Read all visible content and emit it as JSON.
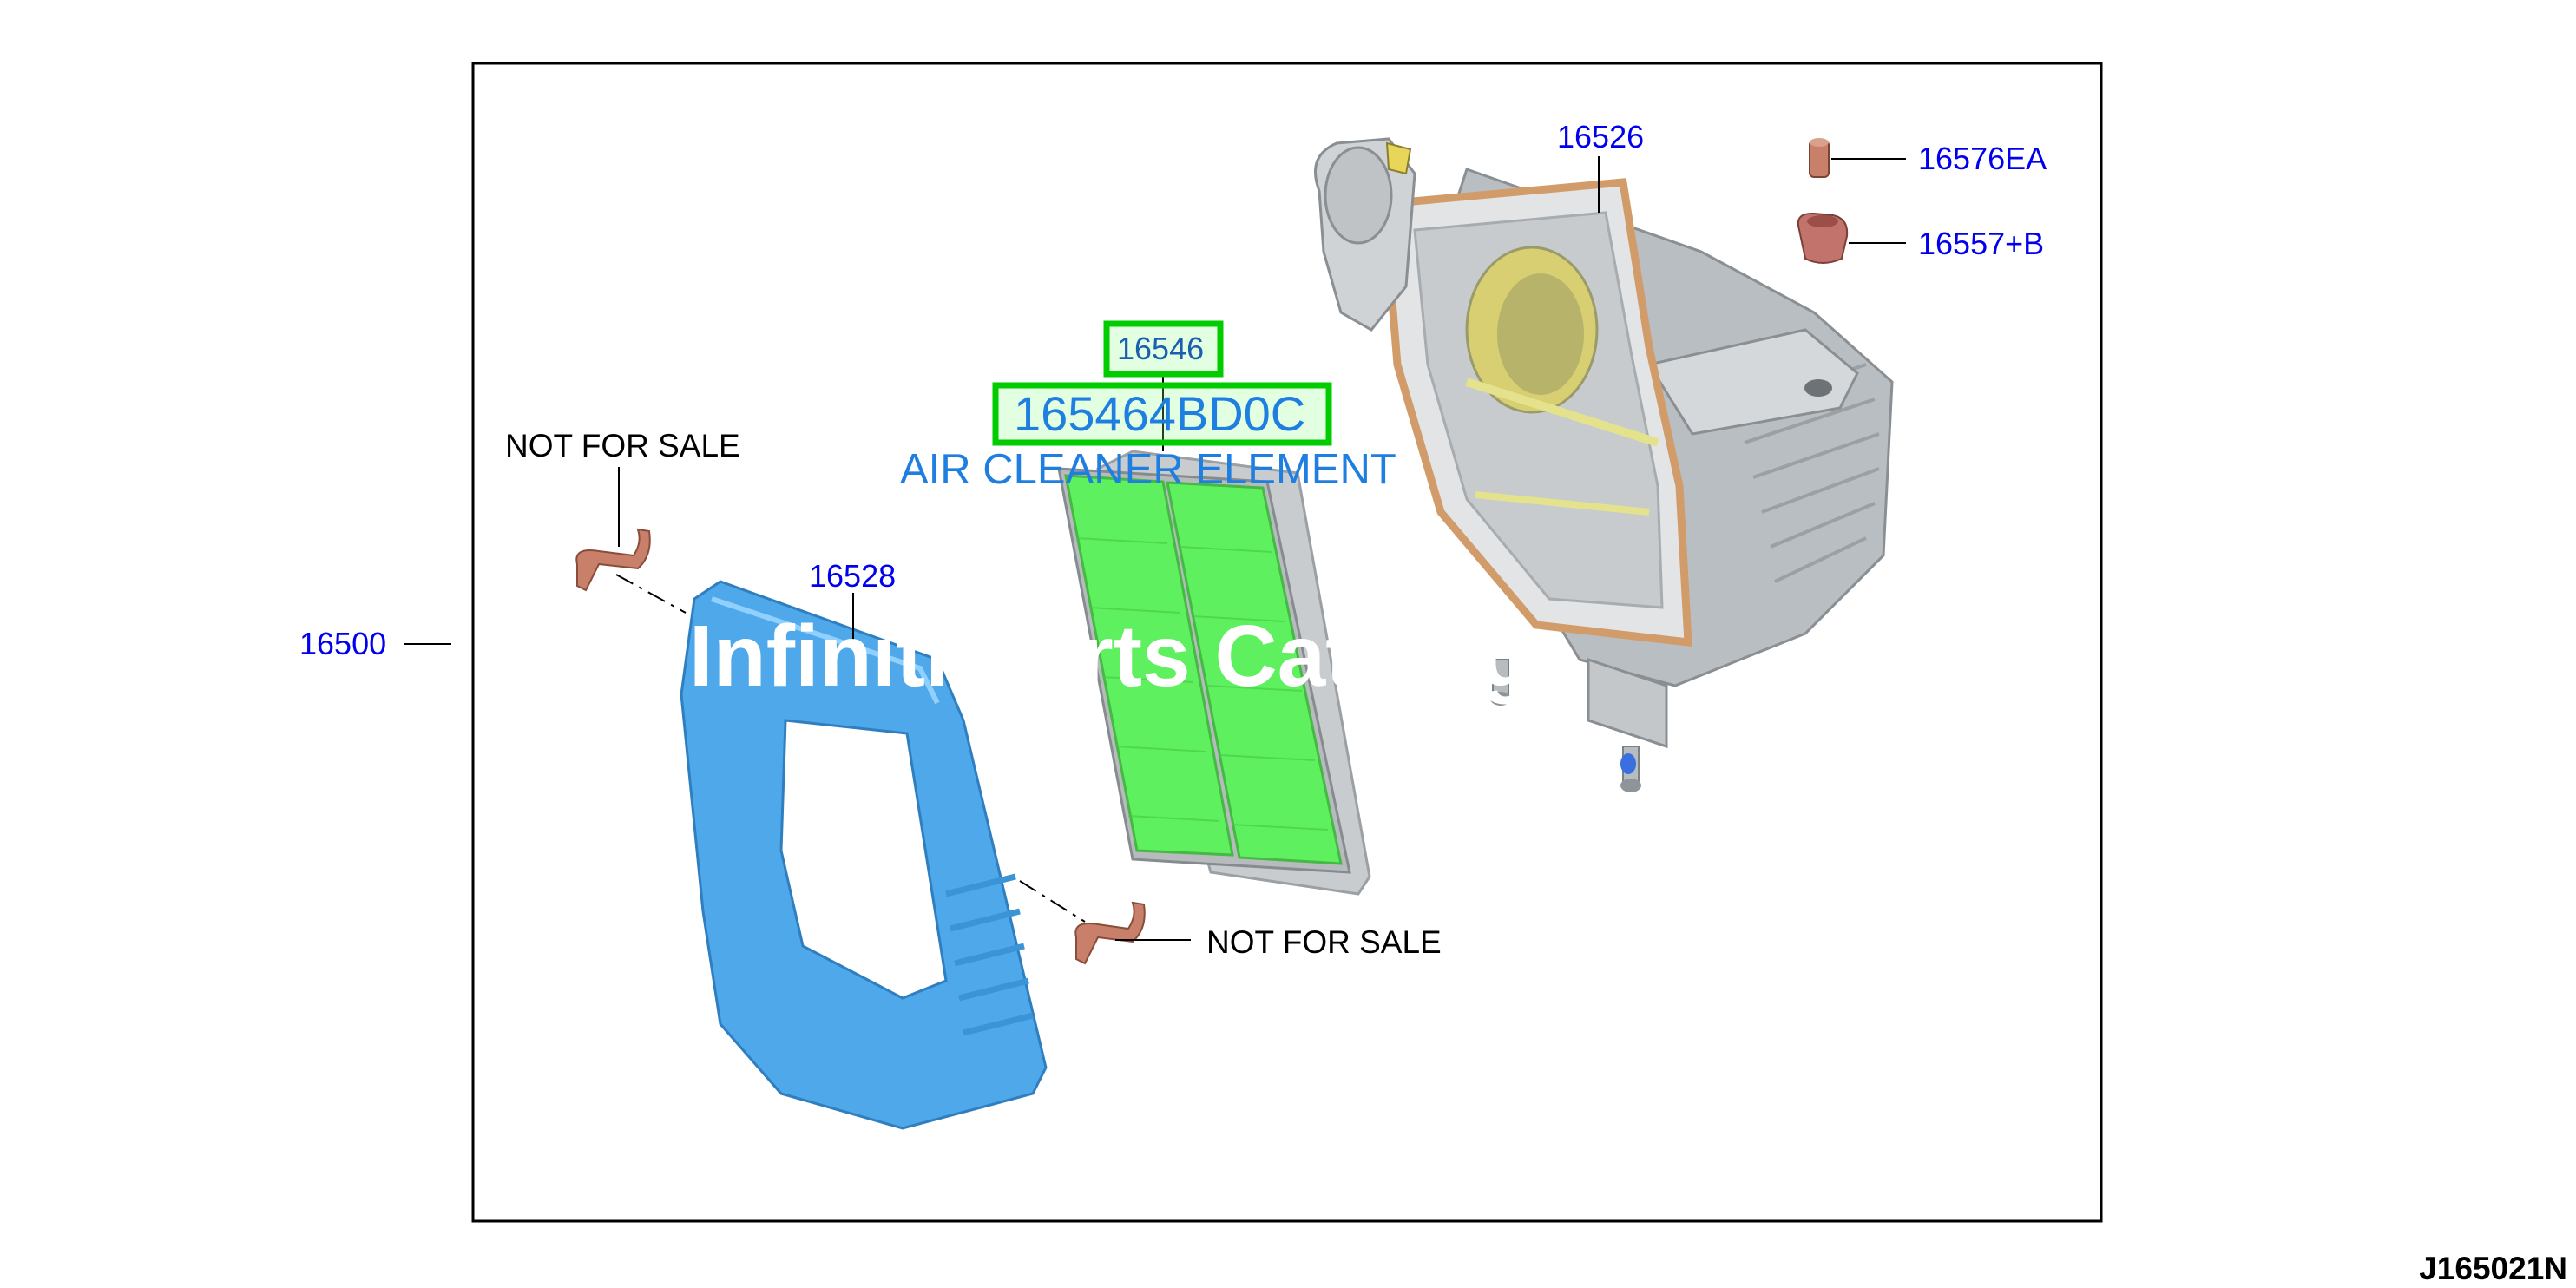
{
  "callouts": {
    "housing": "16526",
    "plug": "16576EA",
    "grommet": "16557+B",
    "element_ref": "16546",
    "element_part": "165464BD0C",
    "element_name": "AIR CLEANER ELEMENT",
    "cover": "16528",
    "assembly": "16500"
  },
  "notes": {
    "not_for_sale_upper": "NOT FOR SALE",
    "not_for_sale_lower": "NOT FOR SALE"
  },
  "watermark": "Infiniti Parts Catalog",
  "diagram_code": "J165021N",
  "colors": {
    "frame": "#000000",
    "callout": "#0000ee",
    "highlight": "#00cc00",
    "element_name": "#1e7fe0",
    "filter": "#5ef05e",
    "cover": "#4fa8ea",
    "housing": "#c9cdd0",
    "clip": "#c8806a"
  }
}
